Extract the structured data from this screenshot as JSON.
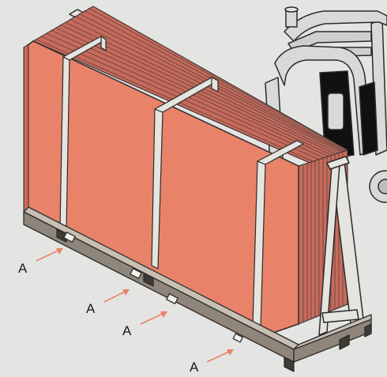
{
  "colors": {
    "background": "#e4e4e3",
    "sheet_face": "#e8836a",
    "sheet_edge": "#c9695a",
    "sheet_dark_line": "#5a4a44",
    "frame_fill": "#e6e4df",
    "frame_stroke": "#2b2b2b",
    "pallet_top": "#c8bfb3",
    "pallet_side": "#8f857a",
    "pallet_foot": "#3e3a36",
    "forklift_fill": "#d9d9d9",
    "forklift_dark": "#111111",
    "arrow": "#e8836a",
    "label": "#1a1a1a"
  },
  "icons": [
    "forklift-icon",
    "a-frame-rack-icon",
    "strap-icon",
    "arrow-icon"
  ],
  "callouts": [
    {
      "label": "A"
    },
    {
      "label": "A"
    },
    {
      "label": "A"
    },
    {
      "label": "A"
    }
  ]
}
